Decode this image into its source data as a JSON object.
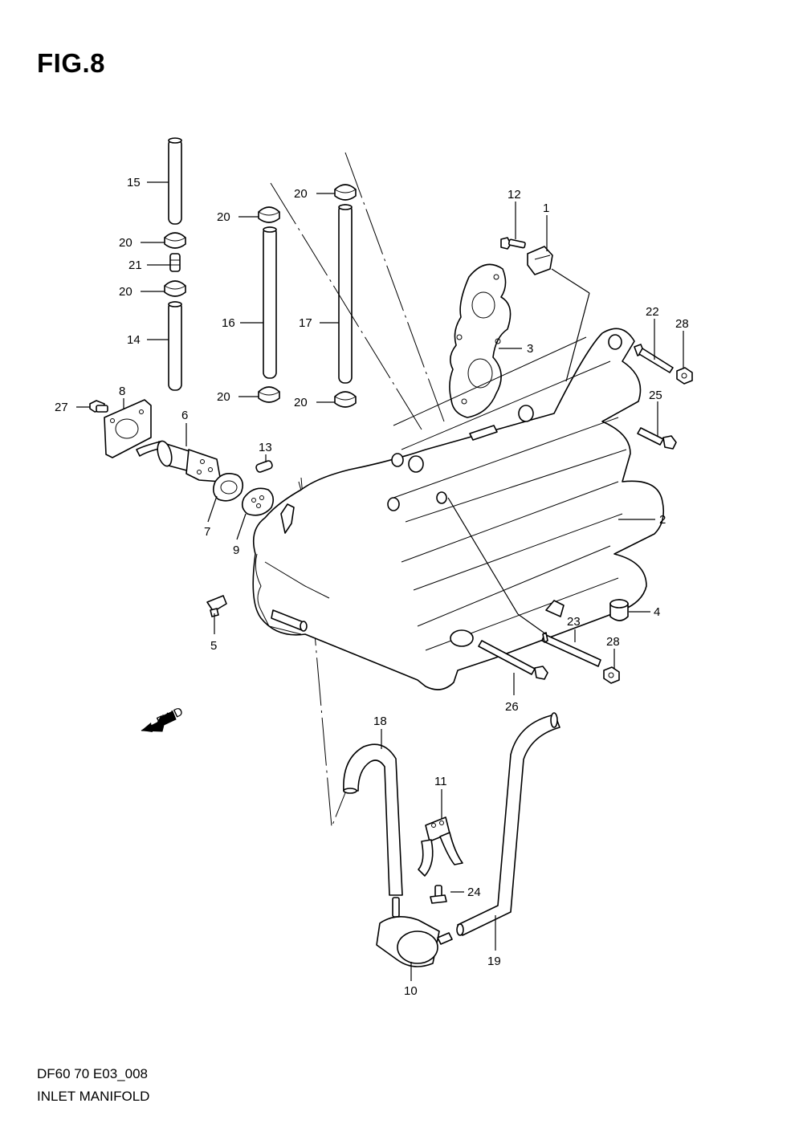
{
  "figure": {
    "title": "FIG.8",
    "code": "DF60 70 E03_008",
    "caption": "INLET MANIFOLD"
  },
  "callouts": {
    "c1": "1",
    "c2": "2",
    "c3": "3",
    "c4": "4",
    "c5": "5",
    "c6": "6",
    "c7": "7",
    "c8": "8",
    "c9": "9",
    "c10": "10",
    "c11": "11",
    "c12": "12",
    "c13": "13",
    "c14": "14",
    "c15": "15",
    "c16": "16",
    "c17": "17",
    "c18": "18",
    "c19": "19",
    "c20": "20",
    "c21": "21",
    "c22": "22",
    "c23": "23",
    "c24": "24",
    "c25": "25",
    "c26": "26",
    "c27": "27",
    "c28": "28"
  },
  "fwd_arrow": {
    "label": "FWD",
    "icon": "fwd-arrow-icon"
  }
}
